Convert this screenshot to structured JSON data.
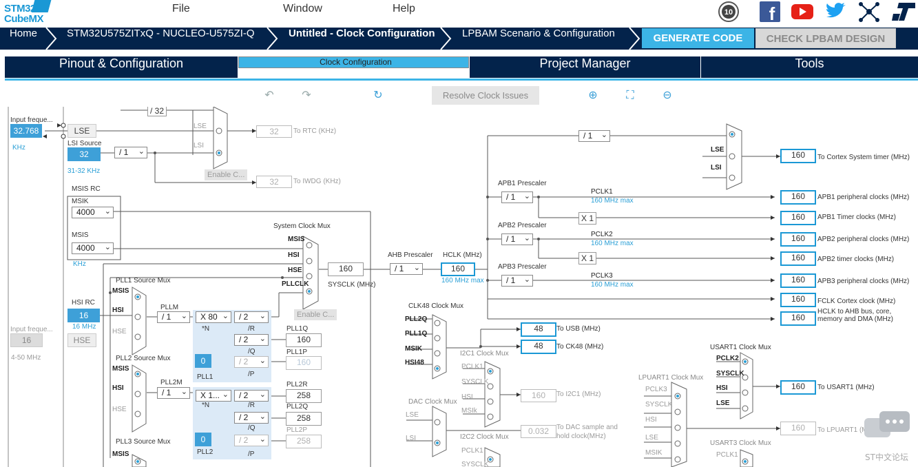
{
  "app": {
    "logo_line1": "STM32",
    "logo_line2": "CubeMX"
  },
  "menu": {
    "file": "File",
    "window": "Window",
    "help": "Help"
  },
  "social": [
    "anniversary-10-icon",
    "facebook-icon",
    "youtube-icon",
    "twitter-icon",
    "network-icon",
    "st-logo-icon"
  ],
  "breadcrumb": {
    "home": "Home",
    "mcu": "STM32U575ZITxQ  -  NUCLEO-U575ZI-Q",
    "current": "Untitled - Clock Configuration",
    "lpbam": "LPBAM Scenario & Configuration"
  },
  "buttons": {
    "generate": "GENERATE CODE",
    "check": "CHECK LPBAM DESIGN",
    "resolve": "Resolve Clock Issues"
  },
  "tabs": [
    "Pinout & Configuration",
    "Clock Configuration",
    "Project Manager",
    "Tools"
  ],
  "clock": {
    "lse": {
      "label": "Input freque...",
      "value": "32.768",
      "unit": "KHz",
      "name": "LSE"
    },
    "lsi": {
      "label": "LSI Source",
      "value": "32",
      "range": "31-32 KHz",
      "div": "/ 1"
    },
    "rtc": {
      "div": "/ 32",
      "value": "32",
      "to": "To RTC (KHz)",
      "mux_lse": "LSE",
      "mux_lsi": "LSI",
      "enable": "Enable C..."
    },
    "iwdg": {
      "value": "32",
      "to": "To IWDG (KHz)"
    },
    "msis_rc": {
      "title": "MSIS RC",
      "msik_label": "MSIK",
      "msik_val": "4000",
      "msis_label": "MSIS",
      "msis_val": "4000",
      "unit": "KHz"
    },
    "hsi_rc": {
      "title": "HSI RC",
      "value": "16",
      "freq": "16 MHz"
    },
    "hse": {
      "label": "Input freque...",
      "value": "16",
      "name": "HSE",
      "range": "4-50 MHz"
    },
    "sysmux": {
      "title": "System Clock Mux",
      "msis": "MSIS",
      "hsi": "HSI",
      "hse": "HSE",
      "pllclk": "PLLCLK",
      "enable": "Enable C..."
    },
    "sysclk": {
      "value": "160",
      "label": "SYSCLK (MHz)"
    },
    "ahb": {
      "title": "AHB Prescaler",
      "div": "/ 1"
    },
    "hclk": {
      "title": "HCLK (MHz)",
      "value": "160",
      "max": "160 MHz max"
    },
    "pll1": {
      "mux": "PLL1 Source Mux",
      "msis": "MSIS",
      "hsi": "HSI",
      "hse": "HSE",
      "pllm_label": "PLLM",
      "pllm": "/ 1",
      "n": "X 80",
      "n_label": "*N",
      "r": "/ 2",
      "r_label": "/R",
      "q": "/ 2",
      "q_label": "/Q",
      "p": "/ 2",
      "p_label": "/P",
      "frac": "0",
      "name": "PLL1",
      "q_out_label": "PLL1Q",
      "q_out": "160",
      "p_out_label": "PLL1P",
      "p_out": "160"
    },
    "pll2": {
      "mux": "PLL2 Source Mux",
      "msis": "MSIS",
      "hsi": "HSI",
      "hse": "HSE",
      "pllm_label": "PLL2M",
      "pllm": "/ 1",
      "n": "X 1...",
      "n_label": "*N",
      "r": "/ 2",
      "r_label": "/R",
      "q": "/ 2",
      "q_label": "/Q",
      "p": "/ 2",
      "p_label": "/P",
      "frac": "0",
      "name": "PLL2",
      "r_out_label": "PLL2R",
      "r_out": "258",
      "q_out_label": "PLL2Q",
      "q_out": "258",
      "p_out_label": "PLL2P",
      "p_out": "258"
    },
    "pll3": {
      "mux": "PLL3 Source Mux",
      "msis": "MSIS"
    },
    "cortex": {
      "div": "/ 1",
      "lse": "LSE",
      "lsi": "LSI",
      "value": "160",
      "to": "To Cortex System timer (MHz)"
    },
    "apb1": {
      "title": "APB1 Prescaler",
      "div": "/ 1",
      "pclk": "PCLK1",
      "max": "160 MHz max",
      "x": "X 1",
      "periph": "160",
      "periph_to": "APB1 peripheral clocks (MHz)",
      "timer": "160",
      "timer_to": "APB1 Timer clocks (MHz)"
    },
    "apb2": {
      "title": "APB2 Prescaler",
      "div": "/ 1",
      "pclk": "PCLK2",
      "max": "160 MHz max",
      "x": "X 1",
      "periph": "160",
      "periph_to": "APB2 peripheral clocks (MHz)",
      "timer": "160",
      "timer_to": "APB2 timer clocks (MHz)"
    },
    "apb3": {
      "title": "APB3 Prescaler",
      "div": "/ 1",
      "pclk": "PCLK3",
      "max": "160 MHz max",
      "periph": "160",
      "periph_to": "APB3 peripheral clocks (MHz)"
    },
    "fclk": {
      "value": "160",
      "to": "FCLK Cortex clock (MHz)"
    },
    "hclk_out": {
      "value": "160",
      "to": "HCLK to AHB bus, core, memory and DMA (MHz)"
    },
    "clk48": {
      "title": "CLK48 Clock Mux",
      "pll2q": "PLL2Q",
      "pll1q": "PLL1Q",
      "msik": "MSIK",
      "hsi48": "HSI48",
      "usb": "48",
      "usb_to": "To USB (MHz)",
      "ck48": "48",
      "ck48_to": "To CK48 (MHz)"
    },
    "i2c1": {
      "title": "I2C1 Clock Mux",
      "pclk": "PCLK1",
      "sysclk": "SYSCLK",
      "hsi": "HSI",
      "msik": "MSIk",
      "value": "160",
      "to": "To I2C1 (MHz)"
    },
    "dac": {
      "title": "DAC Clock Mux",
      "lse": "LSE",
      "lsi": "LSI",
      "value": "0.032",
      "to": "To DAC sample and hold clock(MHz)"
    },
    "i2c2": {
      "title": "I2C2 Clock Mux",
      "pclk": "PCLK1",
      "sysclk": "SYSCLK"
    },
    "usart1": {
      "title": "USART1 Clock Mux",
      "pclk": "PCLK2",
      "sysclk": "SYSCLK",
      "hsi": "HSI",
      "lse": "LSE",
      "value": "160",
      "to": "To USART1 (MHz)"
    },
    "lpuart1": {
      "title": "LPUART1 Clock Mux",
      "pclk": "PCLK3",
      "sysclk": "SYSCLK",
      "hsi": "HSI",
      "lse": "LSE",
      "msik": "MSIK",
      "value": "160",
      "to": "To LPUART1 (MHz)"
    },
    "usart3": {
      "title": "USART3 Clock Mux",
      "pclk": "PCLK1"
    }
  },
  "watermark": {
    "text": "ST中文论坛"
  },
  "colors": {
    "navy": "#03234b",
    "accent": "#3cb4e6",
    "blue_box": "#1a98d5"
  }
}
